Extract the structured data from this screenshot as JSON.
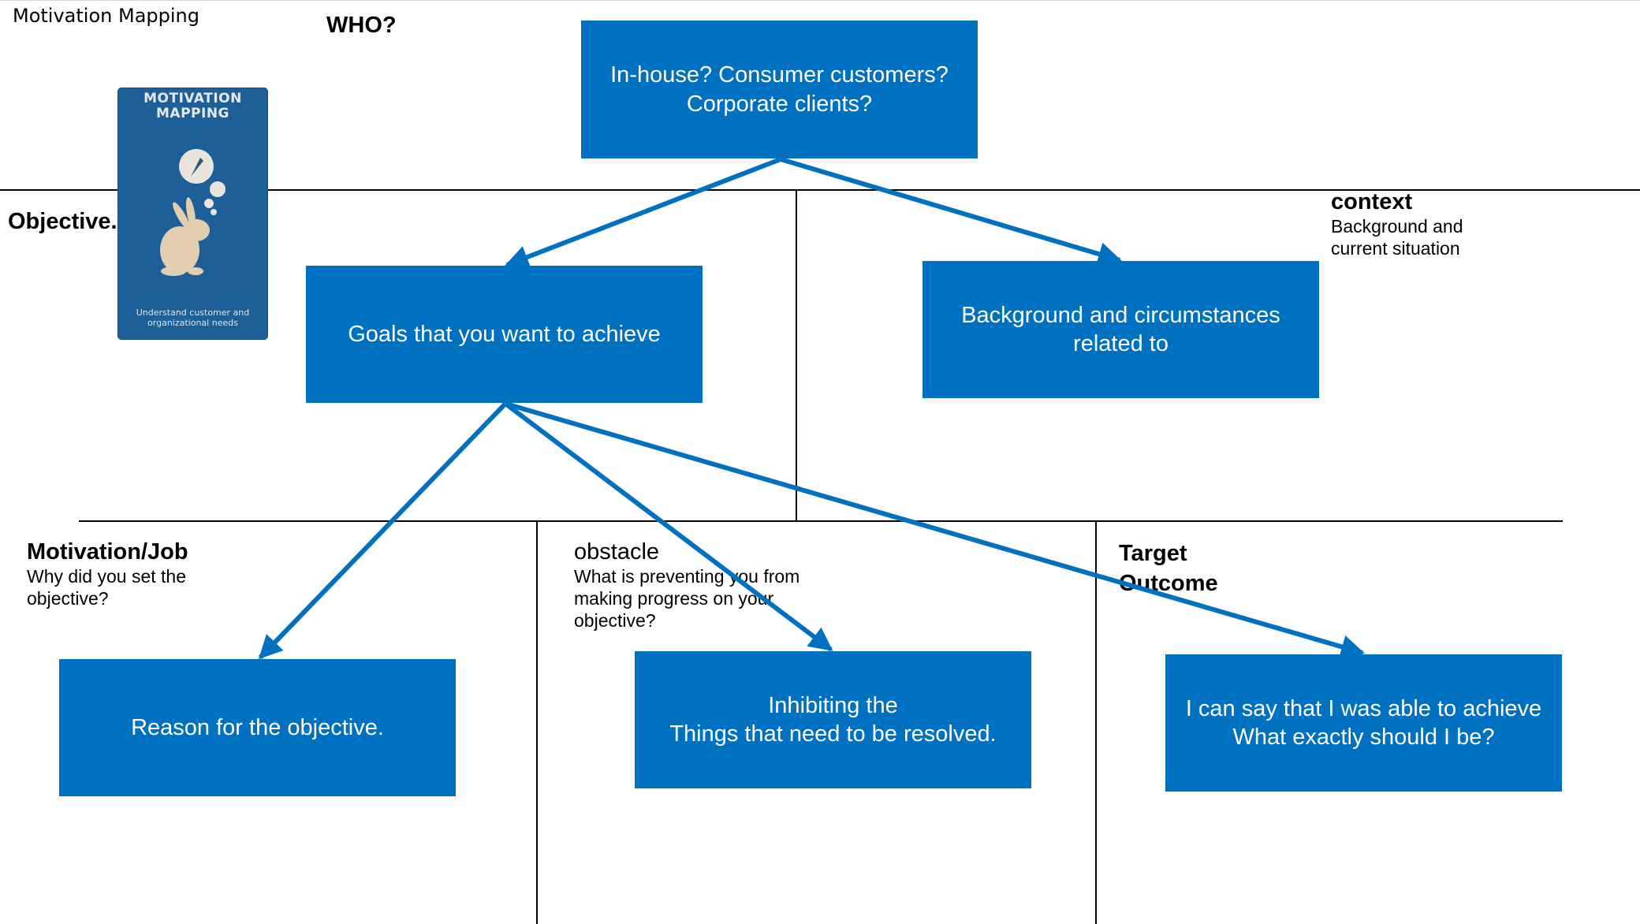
{
  "page": {
    "title": "Motivation Mapping"
  },
  "card": {
    "title": "MOTIVATION\nMAPPING",
    "footer": "Understand customer and\norganizational needs",
    "icon": "rabbit-thought-icon"
  },
  "headings": {
    "who": "WHO?",
    "objective": "Objective.",
    "context": "context",
    "context_sub": "Background and\ncurrent situation",
    "motivation": "Motivation/Job",
    "motivation_sub": "Why did you set the\nobjective?",
    "obstacle": "obstacle",
    "obstacle_sub": "What is preventing you from\nmaking progress on your\nobjective?",
    "target": "Target\nOutcome"
  },
  "boxes": {
    "who": "In-house? Consumer customers?\nCorporate clients?",
    "goals": "Goals that you want to achieve",
    "background": "Background and circumstances\nrelated to",
    "reason": "Reason for the objective.",
    "inhibiting": "Inhibiting the\nThings that need to be resolved.",
    "achieve": "I can say that I was able to achieve\nWhat exactly should I be?"
  },
  "colors": {
    "box": "#0070c0",
    "arrow": "#0070c0",
    "card": "#1d5f99"
  }
}
